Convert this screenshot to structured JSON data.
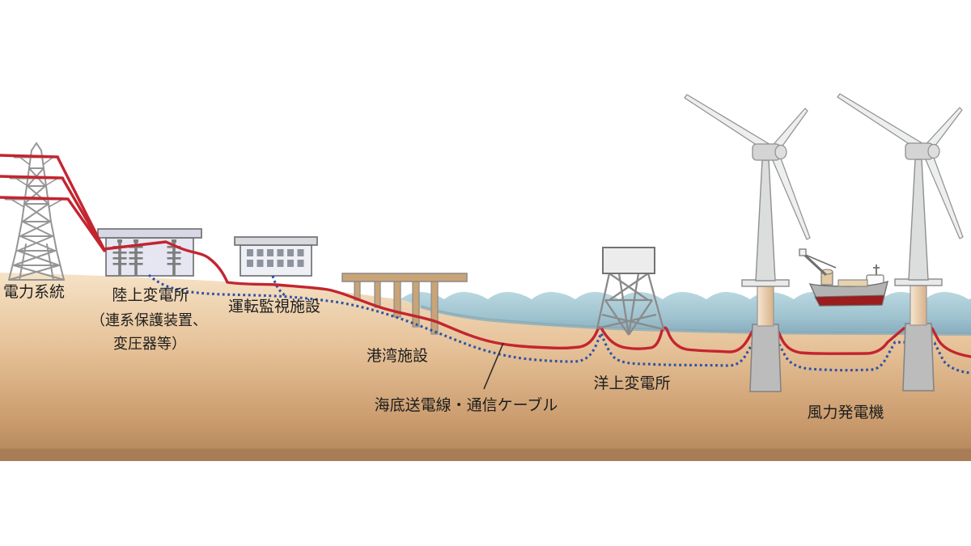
{
  "diagram": {
    "labels": {
      "power_grid": "電力系統",
      "onshore_substation": "陸上変電所",
      "onshore_substation_note1": "（連系保護装置、",
      "onshore_substation_note2": "変圧器等）",
      "monitoring_facility": "運転監視施設",
      "port_facility": "港湾施設",
      "submarine_cable": "海底送電線・通信ケーブル",
      "offshore_substation": "洋上変電所",
      "wind_turbine": "風力発電機"
    },
    "colors": {
      "power_cable_red": "#c32530",
      "comm_cable_blue": "#2b52a8",
      "sea_top": "#bcdae2",
      "sea_deep": "#86abbc",
      "sand_top": "#f6e3c7",
      "sand_bottom": "#a87d55",
      "structure_gray": "#949494",
      "pier_tan": "#c9a476",
      "ship_hull_red": "#9b1d1d",
      "text": "#1d1d1d"
    }
  }
}
